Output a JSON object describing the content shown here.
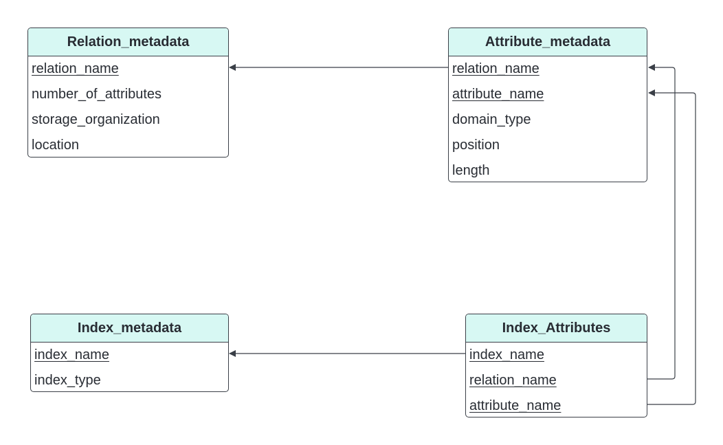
{
  "entities": {
    "relation_metadata": {
      "title": "Relation_metadata",
      "fields": [
        {
          "name": "relation_name",
          "key": true
        },
        {
          "name": "number_of_attributes",
          "key": false
        },
        {
          "name": "storage_organization",
          "key": false
        },
        {
          "name": "location",
          "key": false
        }
      ]
    },
    "attribute_metadata": {
      "title": "Attribute_metadata",
      "fields": [
        {
          "name": "relation_name",
          "key": true
        },
        {
          "name": "attribute_name",
          "key": true
        },
        {
          "name": "domain_type",
          "key": false
        },
        {
          "name": "position",
          "key": false
        },
        {
          "name": "length",
          "key": false
        }
      ]
    },
    "index_metadata": {
      "title": "Index_metadata",
      "fields": [
        {
          "name": "index_name",
          "key": true
        },
        {
          "name": "index_type",
          "key": false
        }
      ]
    },
    "index_attributes": {
      "title": "Index_Attributes",
      "fields": [
        {
          "name": "index_name",
          "key": true
        },
        {
          "name": "relation_name",
          "key": true
        },
        {
          "name": "attribute_name",
          "key": true
        }
      ]
    }
  },
  "relationships": [
    {
      "from": "attribute_metadata.relation_name",
      "to": "relation_metadata.relation_name"
    },
    {
      "from": "index_attributes.index_name",
      "to": "index_metadata.index_name"
    },
    {
      "from": "index_attributes.relation_name",
      "to": "attribute_metadata.relation_name"
    },
    {
      "from": "index_attributes.attribute_name",
      "to": "attribute_metadata.attribute_name"
    }
  ],
  "colors": {
    "header_fill": "#d7f8f3",
    "border": "#3a3f47",
    "text": "#282c33",
    "connector": "#3a3f47"
  }
}
